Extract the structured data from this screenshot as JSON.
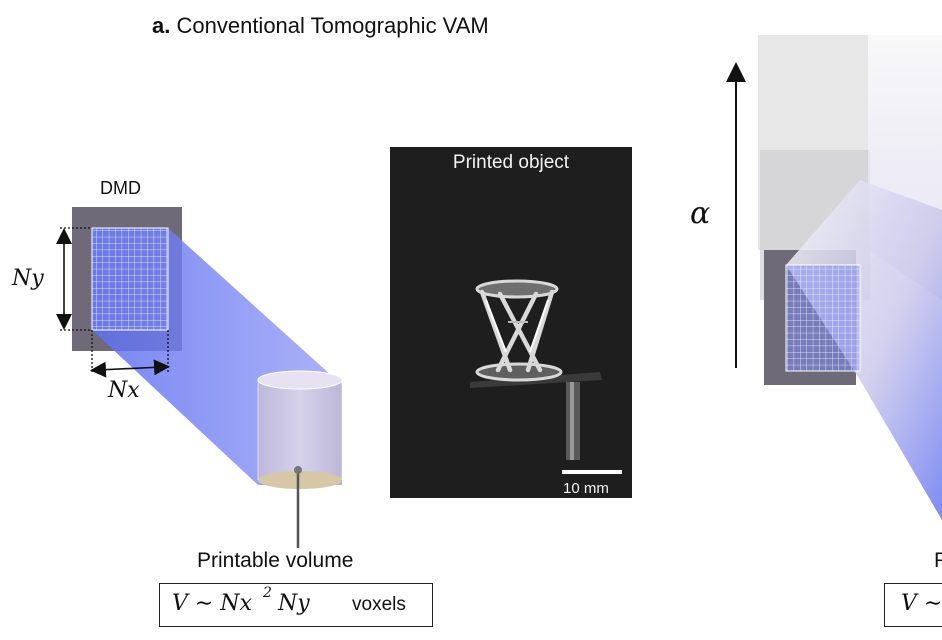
{
  "panel": {
    "letter": "a.",
    "title": "Conventional Tomographic VAM"
  },
  "labels": {
    "dmd": "DMD",
    "ny": "Ny",
    "nx": "Nx",
    "printed_object": "Printed object",
    "scale_bar": "10 mm",
    "printable_volume": "Printable volume",
    "alpha": "α",
    "right_partial_label": "P"
  },
  "equation": {
    "formula_lhs": "V ∼ Nx",
    "formula_sup": "2",
    "formula_rhs": "Ny",
    "unit": "voxels",
    "right_partial": "V ∼"
  },
  "colors": {
    "beam_blue": "#6f7df0",
    "dmd_gray": "#6e6a78",
    "photo_bg": "#1e1e1e",
    "cylinder_fill": "#c9c4de"
  }
}
